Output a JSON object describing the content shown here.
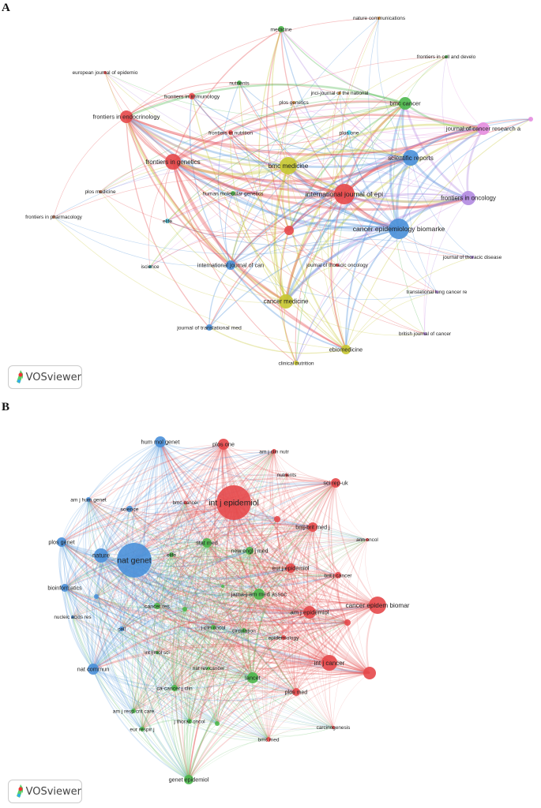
{
  "cluster_colors": {
    "red": "#e5484a",
    "blue": "#4a90d9",
    "green": "#4cb84c",
    "yellow": "#c6c630",
    "purple": "#b18ae0",
    "pink": "#e68ee0",
    "cyan": "#4fcfe8",
    "orange": "#f0a044",
    "brown": "#c07858",
    "teal": "#36a6a6"
  },
  "panels": [
    {
      "letter": "A",
      "watermark": "VOSviewer",
      "nodes": [
        {
          "label": "medicine",
          "cluster": "green"
        },
        {
          "label": "nature communications",
          "cluster": "orange"
        },
        {
          "label": "frontiers in cell and develo",
          "cluster": "green"
        },
        {
          "label": "nutrients",
          "cluster": "green"
        },
        {
          "label": "european journal of epidemio",
          "cluster": "red"
        },
        {
          "label": "jnci-journal of the national",
          "cluster": "orange"
        },
        {
          "label": "bmc cancer",
          "cluster": "green"
        },
        {
          "label": "frontiers in immunology",
          "cluster": "red"
        },
        {
          "label": "plos genetics",
          "cluster": "orange"
        },
        {
          "label": "frontiers in endocrinology",
          "cluster": "red"
        },
        {
          "label": "journal of cancer research a",
          "cluster": "pink"
        },
        {
          "label": "",
          "cluster": "pink"
        },
        {
          "label": "frontiers in nutrition",
          "cluster": "red"
        },
        {
          "label": "plos one",
          "cluster": "cyan"
        },
        {
          "label": "frontiers in genetics",
          "cluster": "red"
        },
        {
          "label": "scientific reports",
          "cluster": "blue"
        },
        {
          "label": "bmc medicine",
          "cluster": "yellow"
        },
        {
          "label": "international journal of epi",
          "cluster": "red"
        },
        {
          "label": "frontiers in oncology",
          "cluster": "purple"
        },
        {
          "label": "human molecular genetics",
          "cluster": "green"
        },
        {
          "label": "plos medicine",
          "cluster": "brown"
        },
        {
          "label": "frontiers in pharmacology",
          "cluster": "brown"
        },
        {
          "label": "elife",
          "cluster": "cyan"
        },
        {
          "label": "cancer epidemiology biomarke",
          "cluster": "blue"
        },
        {
          "label": "",
          "cluster": "red"
        },
        {
          "label": "journal of thoracic disease",
          "cluster": "purple"
        },
        {
          "label": "iscience",
          "cluster": "teal"
        },
        {
          "label": "international journal of can",
          "cluster": "blue"
        },
        {
          "label": "journal of thoracic oncology",
          "cluster": "red"
        },
        {
          "label": "translational lung cancer re",
          "cluster": "purple"
        },
        {
          "label": "cancer medicine",
          "cluster": "yellow"
        },
        {
          "label": "journal of translational med",
          "cluster": "blue"
        },
        {
          "label": "british journal of cancer",
          "cluster": "purple"
        },
        {
          "label": "ebiomedicine",
          "cluster": "yellow"
        },
        {
          "label": "clinical nutrition",
          "cluster": "yellow"
        }
      ]
    },
    {
      "letter": "B",
      "watermark": "VOSviewer",
      "nodes": [
        {
          "label": "hum mol genet",
          "cluster": "blue"
        },
        {
          "label": "plos one",
          "cluster": "red"
        },
        {
          "label": "am j clin nutr",
          "cluster": "red"
        },
        {
          "label": "nutrients",
          "cluster": "red"
        },
        {
          "label": "sci rep-uk",
          "cluster": "red"
        },
        {
          "label": "am j hum genet",
          "cluster": "blue"
        },
        {
          "label": "science",
          "cluster": "blue"
        },
        {
          "label": "bmc cancer",
          "cluster": "red"
        },
        {
          "label": "int j epidemiol",
          "cluster": "red"
        },
        {
          "label": "",
          "cluster": "red"
        },
        {
          "label": "bmj-brit med j",
          "cluster": "red"
        },
        {
          "label": "ann oncol",
          "cluster": "red"
        },
        {
          "label": "plos genet",
          "cluster": "blue"
        },
        {
          "label": "stat med",
          "cluster": "green"
        },
        {
          "label": "nature",
          "cluster": "blue"
        },
        {
          "label": "nat genet",
          "cluster": "blue"
        },
        {
          "label": "elife",
          "cluster": "green"
        },
        {
          "label": "new engl j med",
          "cluster": "green"
        },
        {
          "label": "eur j epidemiol",
          "cluster": "red"
        },
        {
          "label": "brit j cancer",
          "cluster": "red"
        },
        {
          "label": "bioinformatics",
          "cluster": "blue"
        },
        {
          "label": "",
          "cluster": "green"
        },
        {
          "label": "jama-j am med assoc",
          "cluster": "green"
        },
        {
          "label": "",
          "cluster": "blue"
        },
        {
          "label": "cancer res",
          "cluster": "green"
        },
        {
          "label": "",
          "cluster": "green"
        },
        {
          "label": "cancer epidem biomar",
          "cluster": "red"
        },
        {
          "label": "am j epidemiol",
          "cluster": "red"
        },
        {
          "label": "nucleic acids res",
          "cluster": "blue"
        },
        {
          "label": "",
          "cluster": "red"
        },
        {
          "label": "cell",
          "cluster": "blue"
        },
        {
          "label": "j clin oncol",
          "cluster": "green"
        },
        {
          "label": "circulation",
          "cluster": "green"
        },
        {
          "label": "epidemiology",
          "cluster": "red"
        },
        {
          "label": "int j mol sci",
          "cluster": "green"
        },
        {
          "label": "int j cancer",
          "cluster": "red"
        },
        {
          "label": "",
          "cluster": "red"
        },
        {
          "label": "nat commun",
          "cluster": "blue"
        },
        {
          "label": "nat rev cancer",
          "cluster": "green"
        },
        {
          "label": "lancet",
          "cluster": "green"
        },
        {
          "label": "ca-cancer j clin",
          "cluster": "green"
        },
        {
          "label": "plos med",
          "cluster": "red"
        },
        {
          "label": "am j resp crit care",
          "cluster": "green"
        },
        {
          "label": "j thorac oncol",
          "cluster": "green"
        },
        {
          "label": "",
          "cluster": "green"
        },
        {
          "label": "eur respir j",
          "cluster": "green"
        },
        {
          "label": "carcinogenesis",
          "cluster": "red"
        },
        {
          "label": "bmc med",
          "cluster": "red"
        },
        {
          "label": "genet epidemiol",
          "cluster": "green"
        }
      ]
    }
  ]
}
